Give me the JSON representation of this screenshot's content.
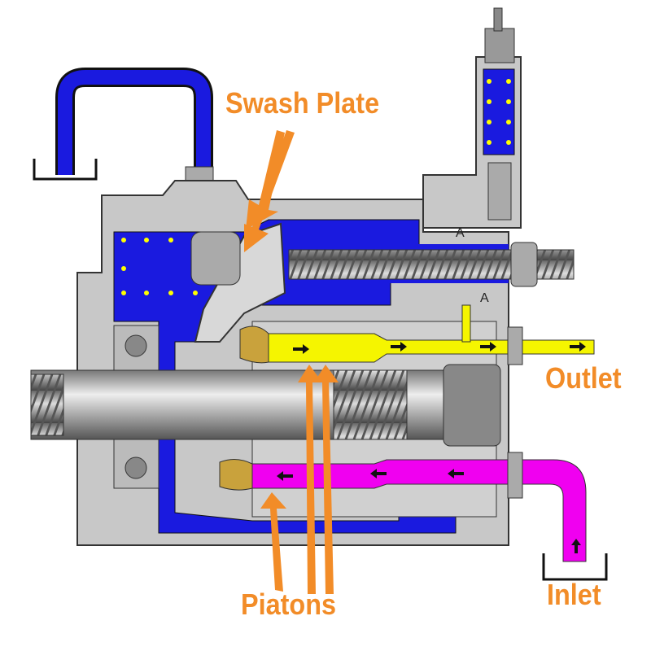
{
  "labels": {
    "swash_plate": "Swash Plate",
    "outlet": "Outlet",
    "inlet": "Inlet",
    "pistons": "Piatons",
    "port_a_upper": "A",
    "port_a_lower": "A"
  },
  "colors": {
    "label": "#f28c28",
    "case_drain": "#1a1adf",
    "outlet": "#f5f500",
    "inlet": "#f000f0",
    "housing": "#c8c8c8"
  }
}
